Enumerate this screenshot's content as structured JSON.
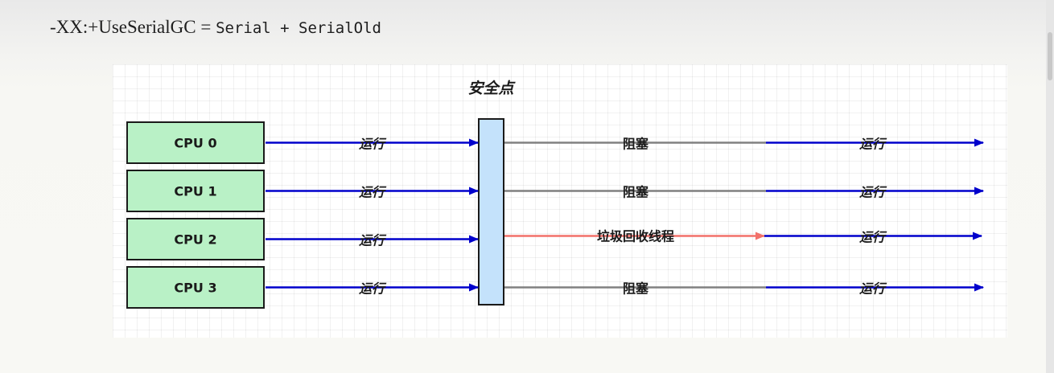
{
  "header": {
    "option": "-XX:+UseSerialGC = ",
    "collectors": "Serial + SerialOld"
  },
  "diagram": {
    "safepoint_label": "安全点",
    "cpus": [
      {
        "label": "CPU 0",
        "before": "运行",
        "during": "阻塞",
        "after": "运行",
        "is_gc": false
      },
      {
        "label": "CPU 1",
        "before": "运行",
        "during": "阻塞",
        "after": "运行",
        "is_gc": false
      },
      {
        "label": "CPU 2",
        "before": "运行",
        "during": "垃圾回收线程",
        "after": "运行",
        "is_gc": true
      },
      {
        "label": "CPU 3",
        "before": "运行",
        "during": "阻塞",
        "after": "运行",
        "is_gc": false
      }
    ],
    "colors": {
      "cpu_fill": "#b9f1c6",
      "cpu_stroke": "#1a1a1a",
      "safepoint_fill": "#c4e2fb",
      "run_arrow": "#0000cc",
      "blocked_line": "#808080",
      "gc_arrow": "#f2716a"
    }
  }
}
